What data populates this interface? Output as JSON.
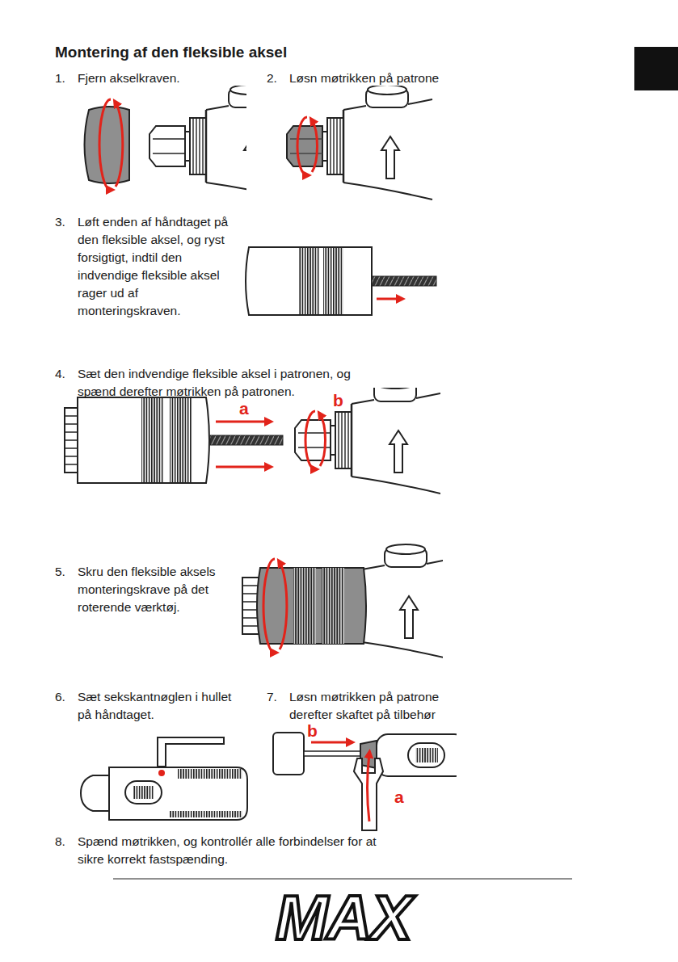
{
  "diagram": {
    "title": "Montering af den fleksible aksel",
    "labels": [
      "1.",
      "Fjern akselkraven.",
      "2.",
      "Løsn møtrikken på patrone",
      "3.",
      "Løft enden af håndtaget på den fleksible aksel, og ryst forsigtigt, indtil den indvendige fleksible aksel rager ud af monteringskraven.",
      "4.",
      "Sæt den indvendige fleksible aksel i patronen, og spænd derefter møtrikken på patronen.",
      "a",
      "b",
      "5.",
      "Skru den fleksible aksels monteringskrave på det roterende værktøj.",
      "6.",
      "Sæt sekskantnøglen i hullet på håndtaget.",
      "7.",
      "Løsn møtrikken på patrone derefter skaftet på tilbehør",
      "b",
      "a",
      "8.",
      "Spænd møtrikken, og kontrollér alle forbindelser for at sikre korrekt fastspænding.",
      "MAX"
    ]
  }
}
